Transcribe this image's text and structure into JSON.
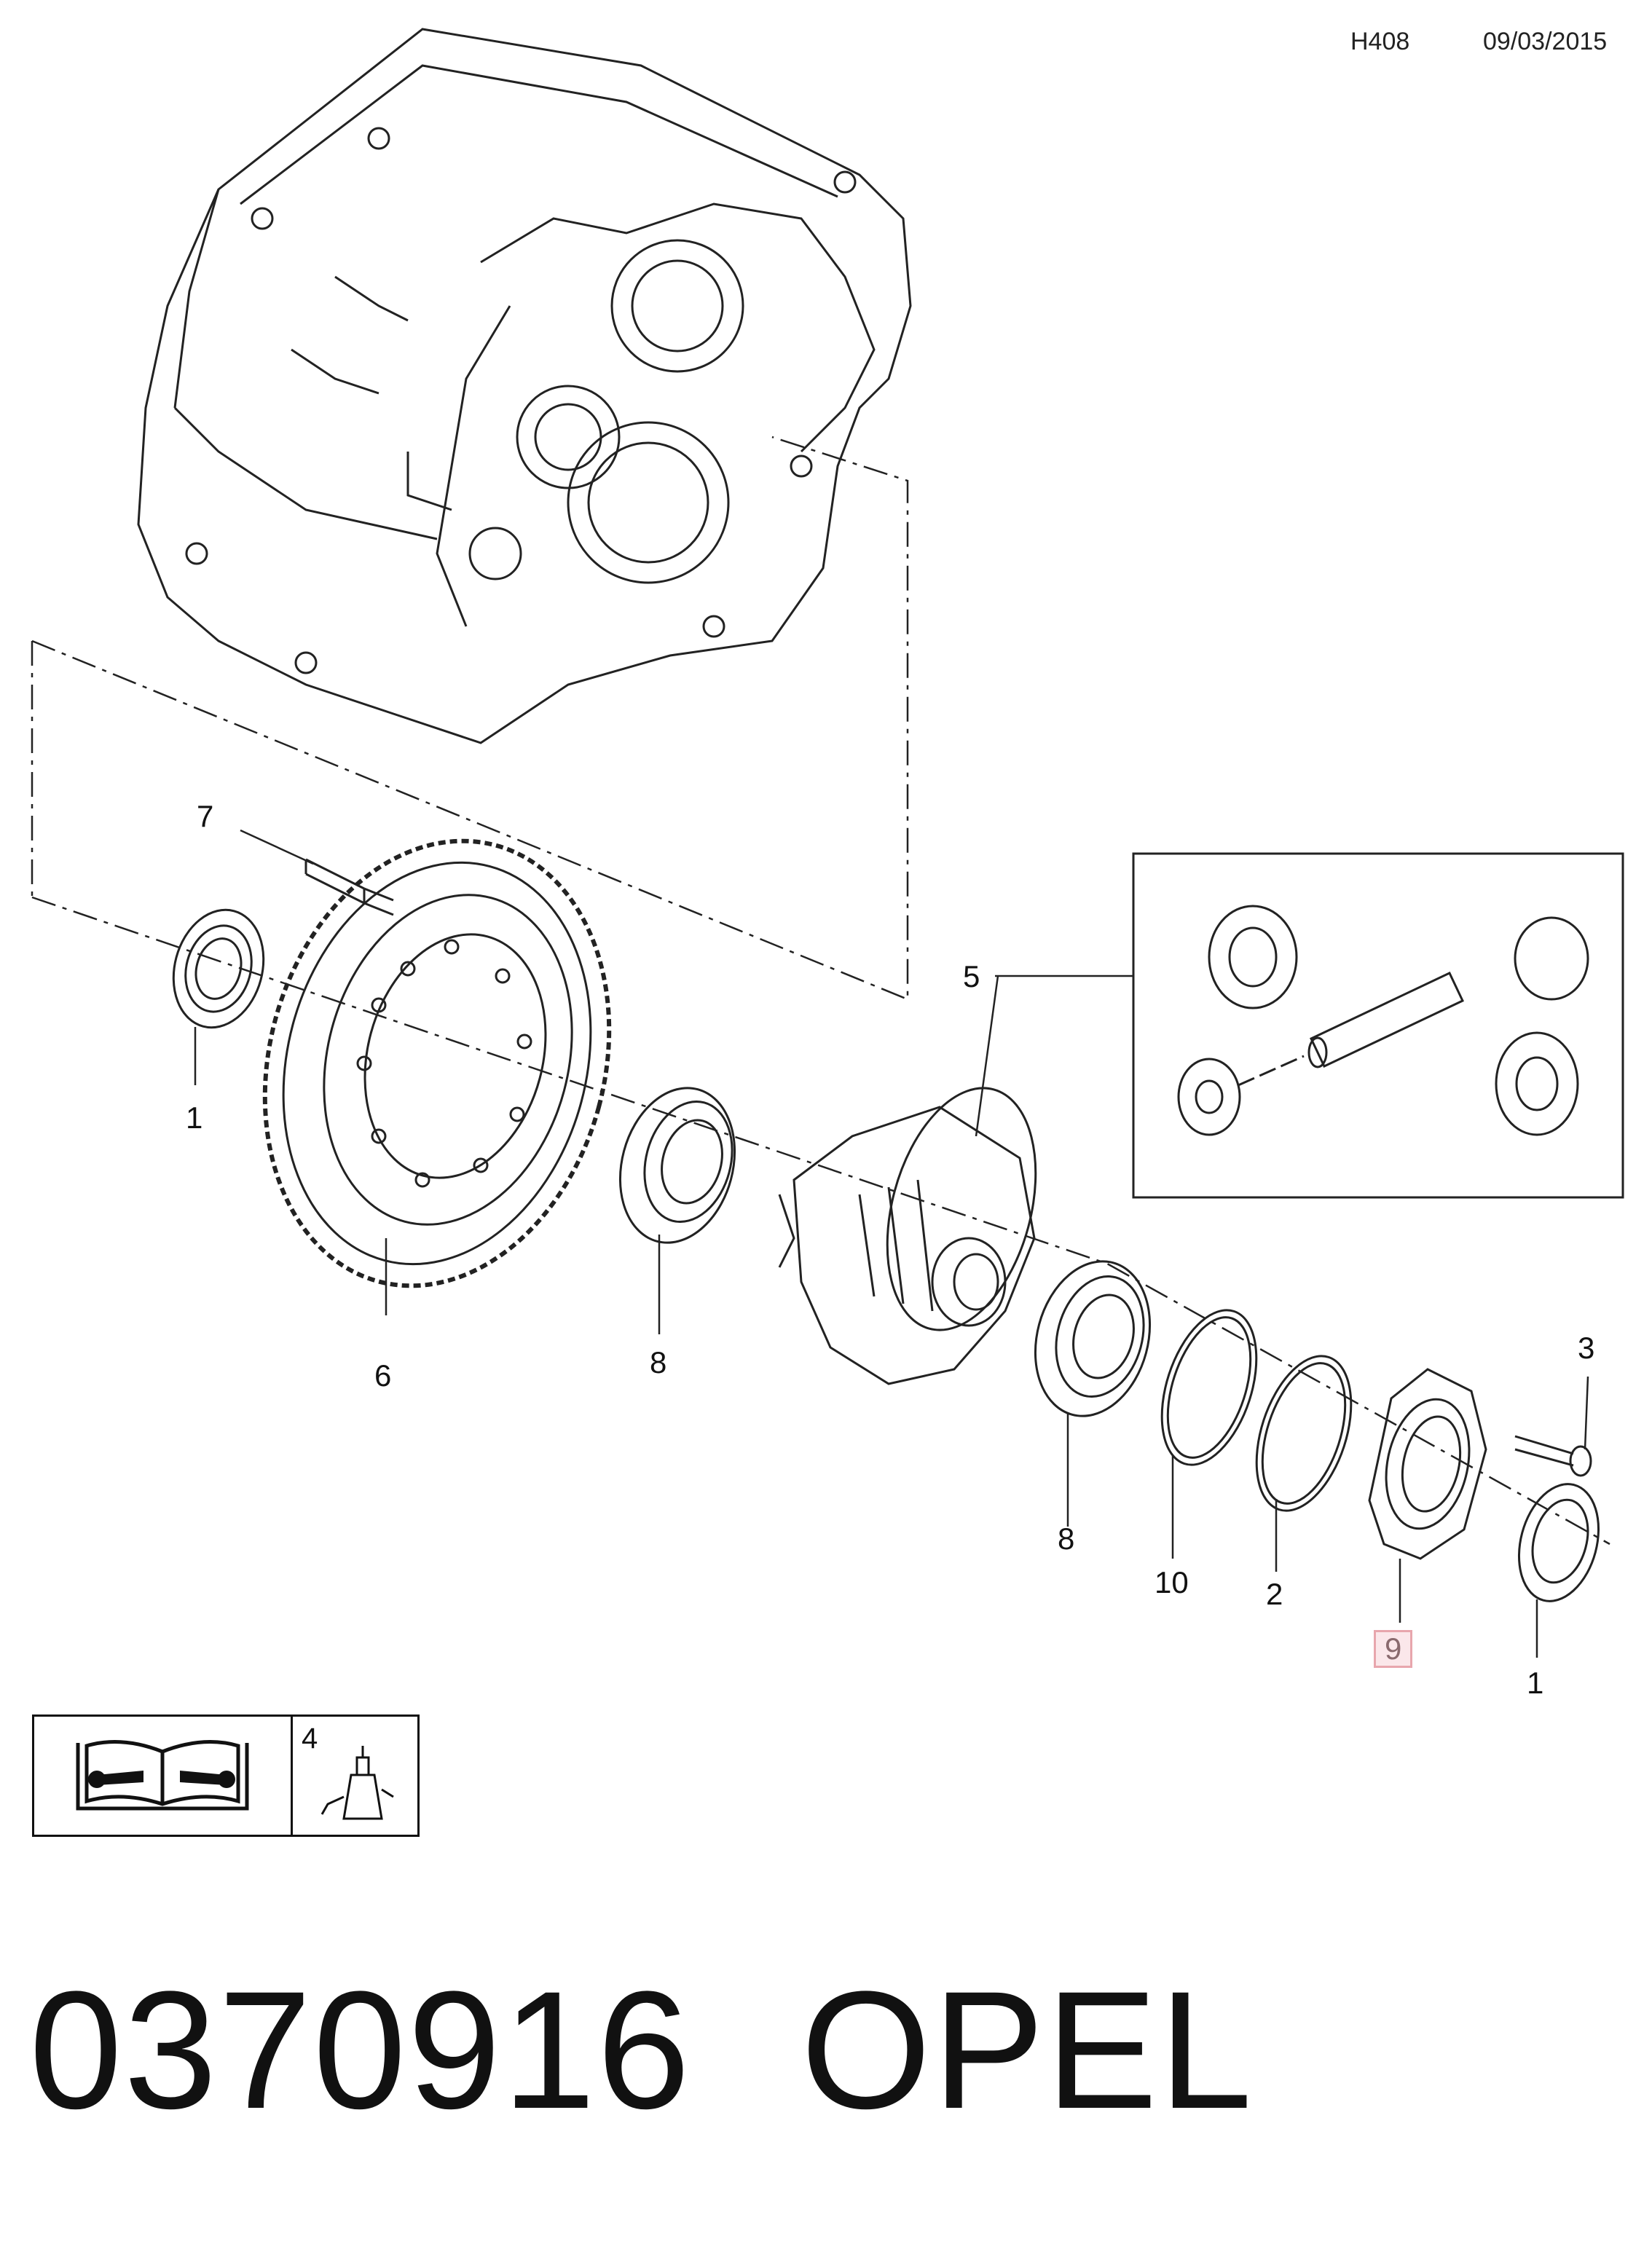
{
  "header": {
    "code": "H408",
    "date": "09/03/2015"
  },
  "callouts": [
    {
      "id": "c7",
      "text": "7"
    },
    {
      "id": "c1a",
      "text": "1"
    },
    {
      "id": "c6",
      "text": "6"
    },
    {
      "id": "c8a",
      "text": "8"
    },
    {
      "id": "c5",
      "text": "5"
    },
    {
      "id": "c3",
      "text": "3"
    },
    {
      "id": "c8b",
      "text": "8"
    },
    {
      "id": "c10",
      "text": "10"
    },
    {
      "id": "c2",
      "text": "2"
    },
    {
      "id": "c9",
      "text": "9",
      "highlighted": true
    },
    {
      "id": "c1b",
      "text": "1"
    }
  ],
  "legend": {
    "adhesive_item": "4",
    "icons": [
      "repair-manual-icon",
      "sealant-tube-icon"
    ]
  },
  "footer": {
    "part_number": "0370916",
    "brand": "OPEL"
  },
  "colors": {
    "line": "#222222",
    "highlight_fill": "#fbe7ea",
    "highlight_border": "#e8a6ad"
  }
}
